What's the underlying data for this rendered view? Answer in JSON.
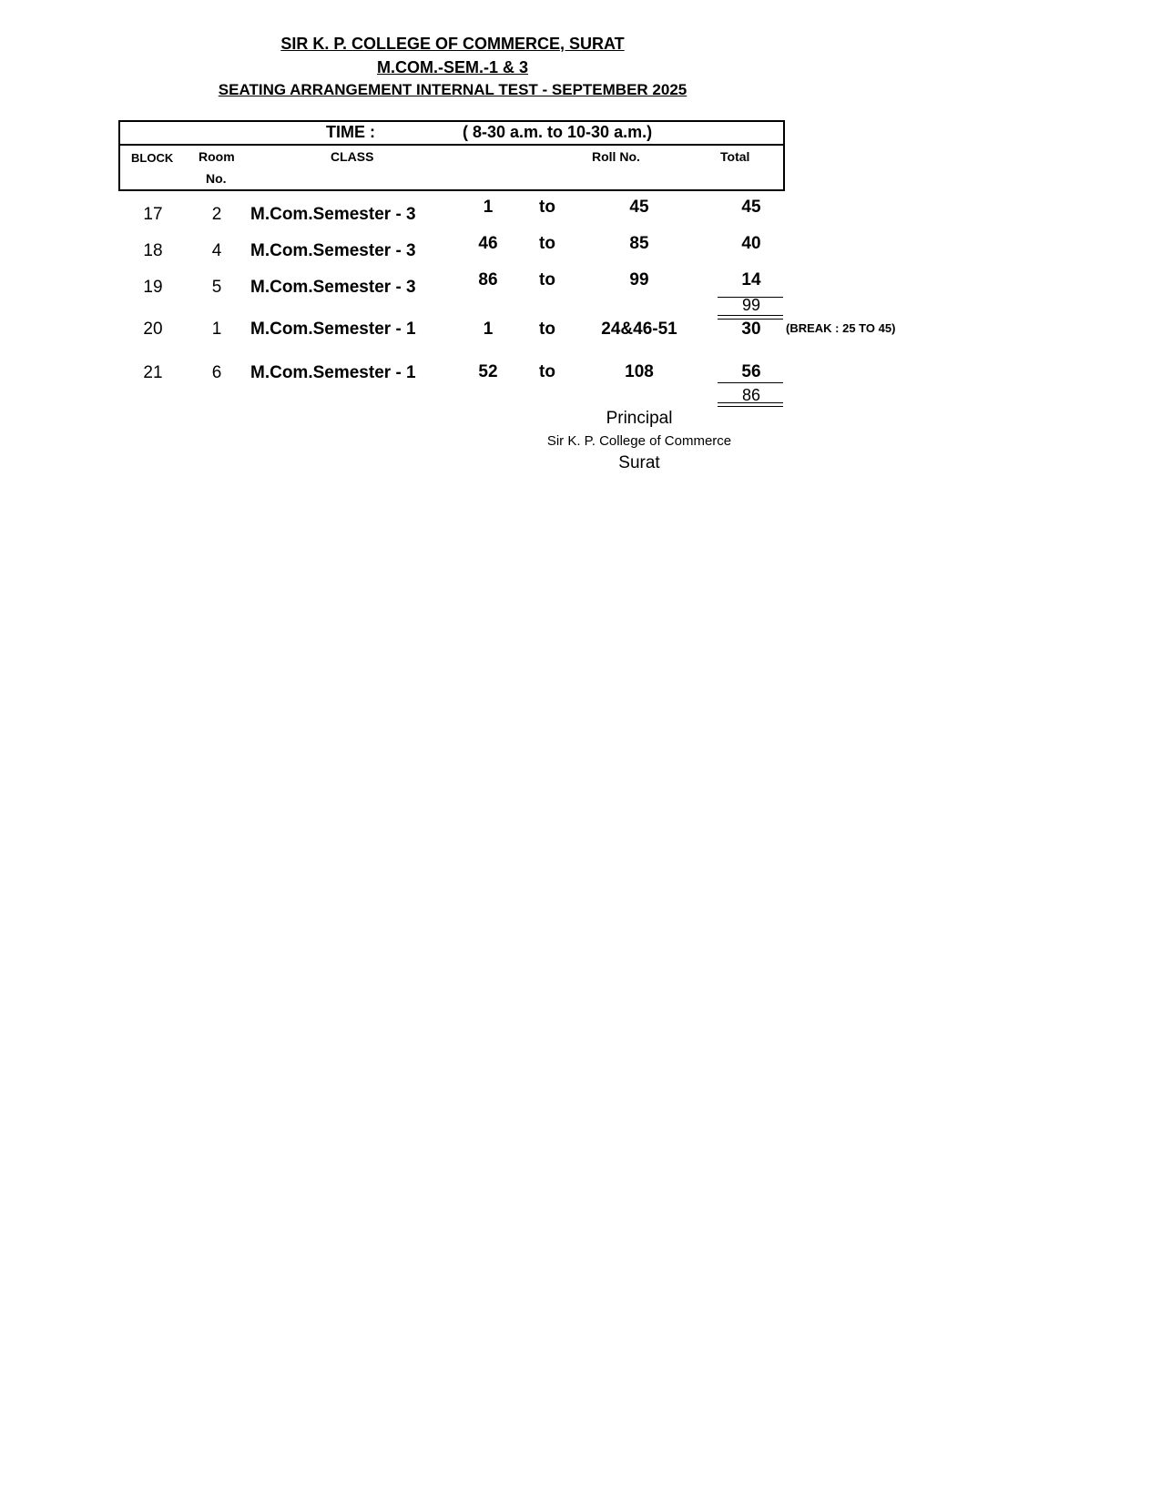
{
  "header": {
    "college": "SIR  K.  P.  COLLEGE  OF  COMMERCE, SURAT",
    "course": " M.COM.-SEM.-1 & 3",
    "subtitle": "SEATING  ARRANGEMENT  INTERNAL  TEST   - SEPTEMBER 2025"
  },
  "time": {
    "label": "TIME  :",
    "value": "( 8-30 a.m.   to   10-30 a.m.)"
  },
  "columns": {
    "block": "BLOCK",
    "room": "Room",
    "room2": "No.",
    "class": "CLASS",
    "roll": "Roll No.",
    "total": "Total"
  },
  "rows": [
    {
      "block": "17",
      "room": "2",
      "class": "M.Com.Semester - 3",
      "from": "1",
      "to": "to",
      "upto": "45",
      "total": "45"
    },
    {
      "block": "18",
      "room": "4",
      "class": "M.Com.Semester - 3",
      "from": "46",
      "to": "to",
      "upto": "85",
      "total": "40"
    },
    {
      "block": "19",
      "room": "5",
      "class": "M.Com.Semester - 3",
      "from": "86",
      "to": "to",
      "upto": "99",
      "total": "14"
    },
    {
      "block": "20",
      "room": "1",
      "class": "M.Com.Semester - 1",
      "from": "1",
      "to": "to",
      "upto": "24&46-51",
      "total": "30",
      "note": "(BREAK : 25 TO 45)"
    },
    {
      "block": "21",
      "room": "6",
      "class": "M.Com.Semester - 1",
      "from": "52",
      "to": "to",
      "upto": "108",
      "total": "56"
    }
  ],
  "subtotals": {
    "sem3": "99",
    "sem1": "86"
  },
  "signature": {
    "title": "Principal",
    "org": "Sir K. P. College of  Commerce",
    "city": "Surat"
  }
}
